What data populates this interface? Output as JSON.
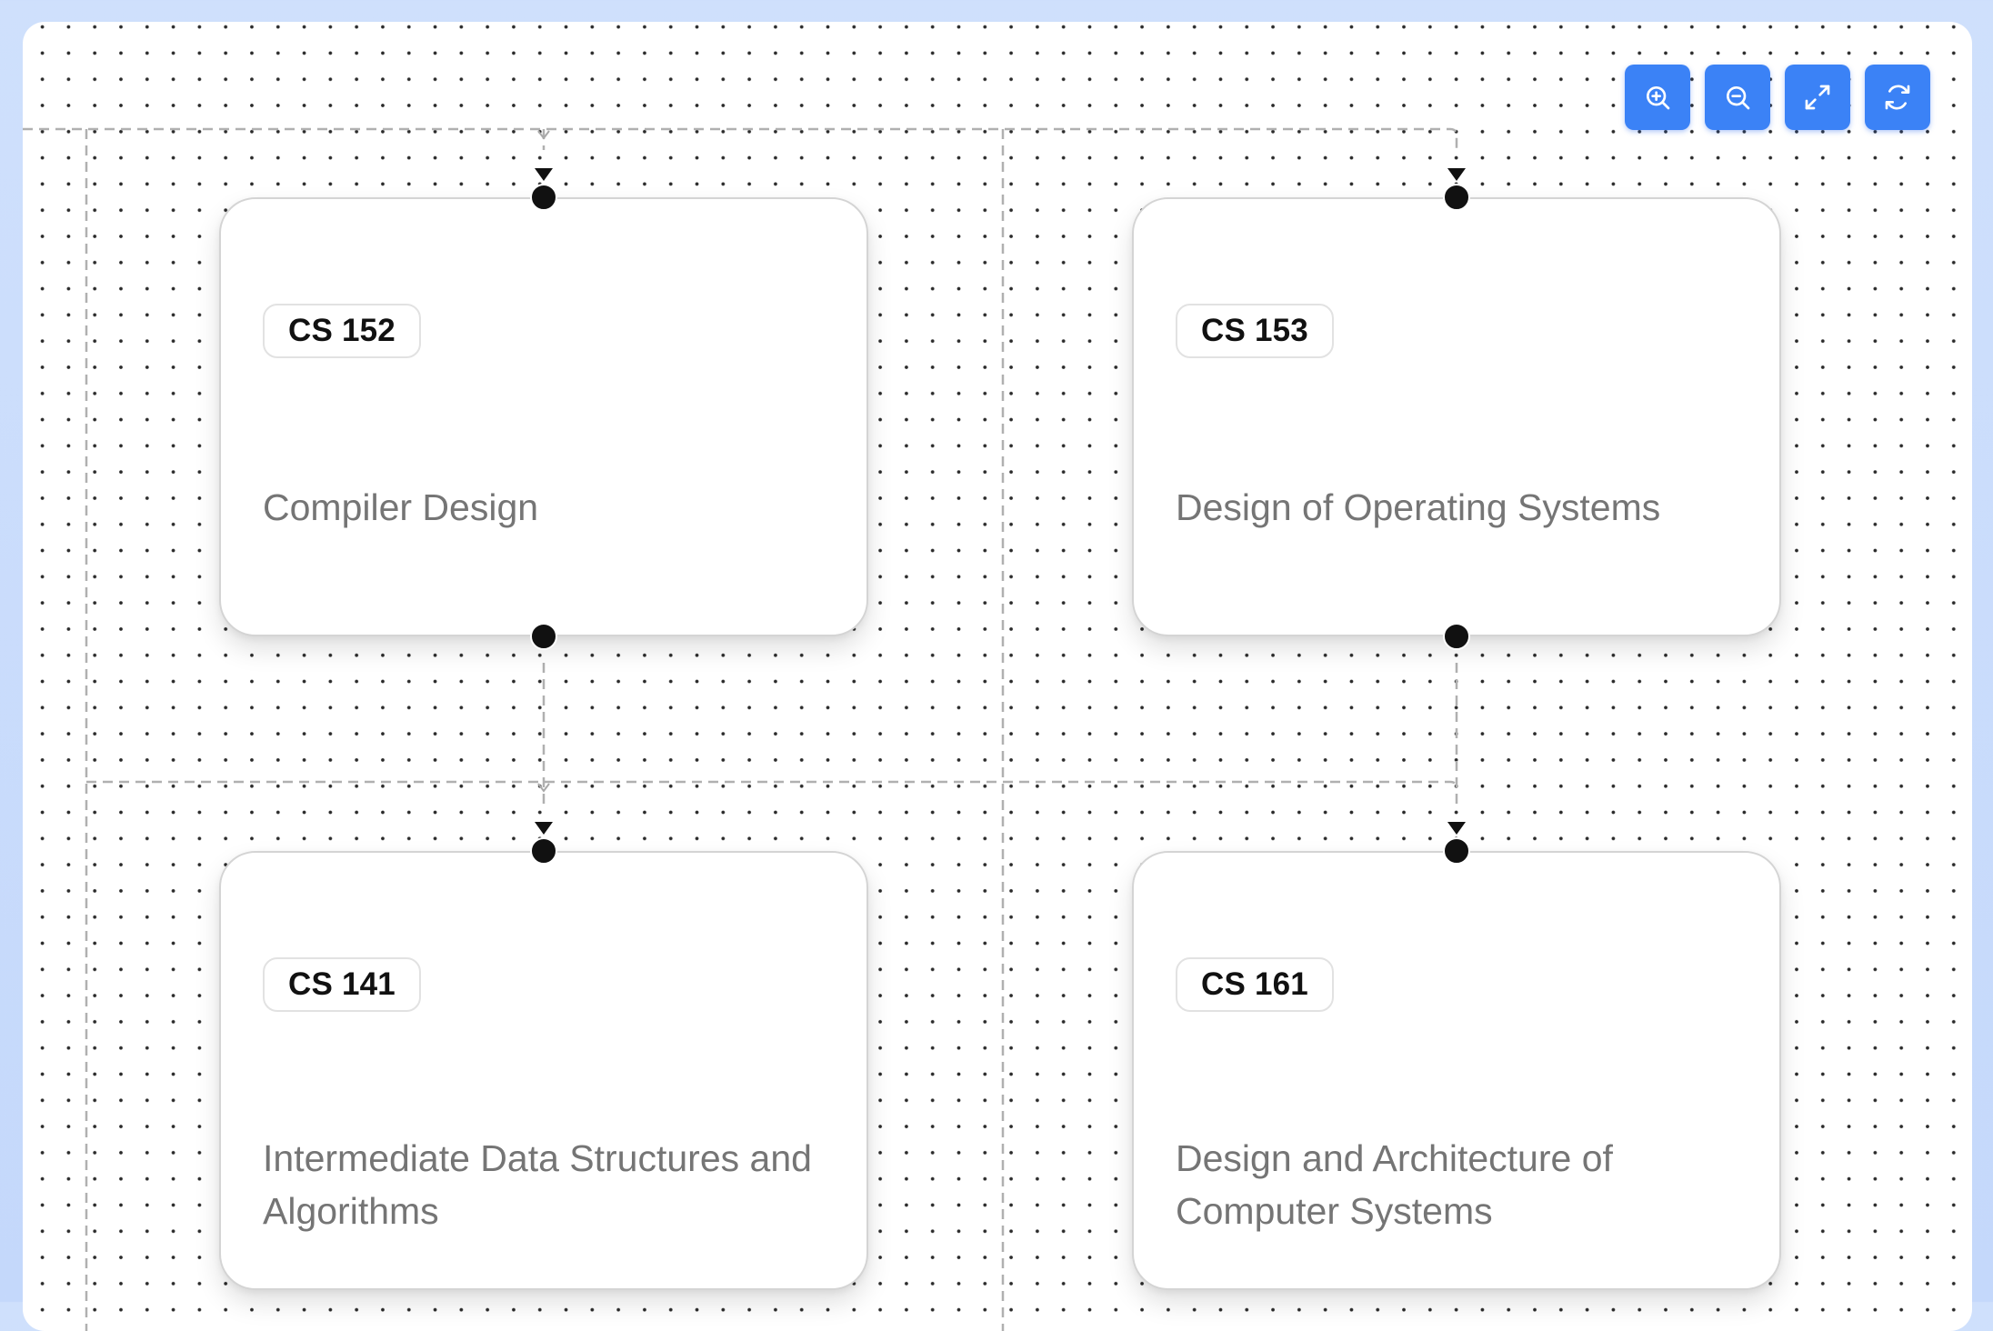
{
  "toolbar": {
    "buttons": [
      {
        "name": "zoom-in",
        "icon": "zoom-in-icon"
      },
      {
        "name": "zoom-out",
        "icon": "zoom-out-icon"
      },
      {
        "name": "fit-view",
        "icon": "expand-icon"
      },
      {
        "name": "reset",
        "icon": "refresh-icon"
      }
    ]
  },
  "colors": {
    "accent": "#3b82f6",
    "edge": "#b0b0b0",
    "handle": "#111111",
    "title_text": "#757575"
  },
  "nodes": [
    {
      "code": "CS 152",
      "title": "Compiler Design"
    },
    {
      "code": "CS 153",
      "title": "Design of Operating Systems"
    },
    {
      "code": "CS 141",
      "title": "Intermediate Data Structures and Algorithms"
    },
    {
      "code": "CS 161",
      "title": "Design and Architecture of Computer Systems"
    }
  ]
}
